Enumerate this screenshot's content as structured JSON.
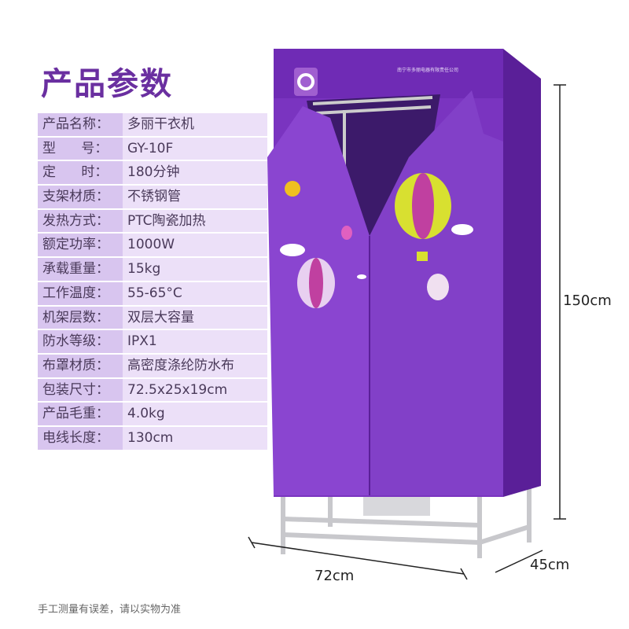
{
  "title": "产品参数",
  "specs": [
    {
      "label": "产品名称：",
      "value": "多丽干衣机"
    },
    {
      "label": "型      号：",
      "value": "GY-10F"
    },
    {
      "label": "定      时：",
      "value": "180分钟"
    },
    {
      "label": "支架材质：",
      "value": "不锈钢管"
    },
    {
      "label": "发热方式：",
      "value": "PTC陶瓷加热"
    },
    {
      "label": "额定功率：",
      "value": "1000W"
    },
    {
      "label": "承载重量：",
      "value": "15kg"
    },
    {
      "label": "工作温度：",
      "value": "55-65°C"
    },
    {
      "label": "机架层数：",
      "value": "双层大容量"
    },
    {
      "label": "防水等级：",
      "value": "IPX1"
    },
    {
      "label": "布罩材质：",
      "value": "高密度涤纶防水布"
    },
    {
      "label": "包装尺寸：",
      "value": "72.5x25x19cm"
    },
    {
      "label": "产品毛重：",
      "value": "4.0kg"
    },
    {
      "label": "电线长度：",
      "value": "130cm"
    }
  ],
  "dimensions": {
    "height": "150cm",
    "width": "72cm",
    "depth": "45cm"
  },
  "company": "南宁市多丽电器有限责任公司",
  "note": "手工测量有误差，请以实物为准",
  "colors": {
    "purple": "#6a2fa0",
    "cover": "#7a34c0"
  }
}
